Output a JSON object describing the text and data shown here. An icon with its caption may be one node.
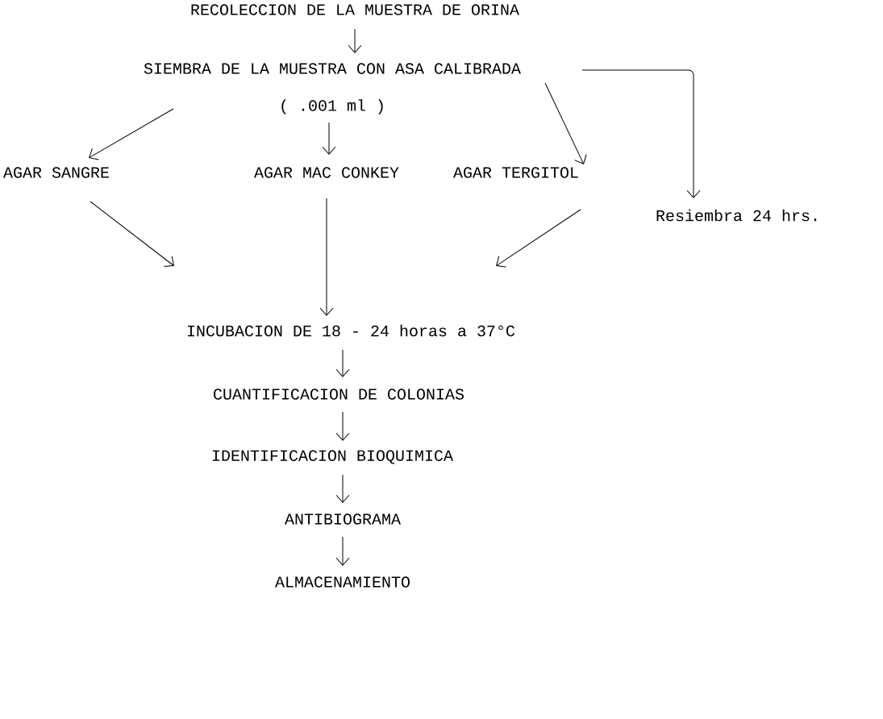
{
  "diagram": {
    "nodes": [
      {
        "text": [
          "RECOLECCION DE LA MUESTRA DE ORINA"
        ]
      },
      {
        "text": [
          "SIEMBRA DE LA MUESTRA CON ASA CALIBRADA",
          "( .001 ml )"
        ]
      },
      {
        "text": [
          "AGAR SANGRE"
        ]
      },
      {
        "text": [
          "AGAR MAC CONKEY"
        ]
      },
      {
        "text": [
          "AGAR TERGITOL"
        ]
      },
      {
        "text": [
          "Resiembra 24 hrs."
        ]
      },
      {
        "text": [
          "INCUBACION DE 18 - 24 horas a 37°C"
        ]
      },
      {
        "text": [
          "CUANTIFICACION DE COLONIAS"
        ]
      },
      {
        "text": [
          "IDENTIFICACION BIOQUIMICA"
        ]
      },
      {
        "text": [
          "ANTIBIOGRAMA"
        ]
      },
      {
        "text": [
          "ALMACENAMIENTO"
        ]
      }
    ],
    "edges": [
      {
        "from": 0,
        "to": 1,
        "arrow": "to"
      },
      {
        "from": 1,
        "to": 2,
        "arrow": "to"
      },
      {
        "from": 1,
        "to": 3,
        "arrow": "to"
      },
      {
        "from": 1,
        "to": 4,
        "arrow": "to"
      },
      {
        "from": 1,
        "to": 5,
        "arrow": "to"
      },
      {
        "from": 2,
        "to": 6,
        "arrow": "to"
      },
      {
        "from": 3,
        "to": 6,
        "arrow": "to"
      },
      {
        "from": 4,
        "to": 6,
        "arrow": "to"
      },
      {
        "from": 6,
        "to": 7,
        "arrow": "to"
      },
      {
        "from": 7,
        "to": 8,
        "arrow": "to"
      },
      {
        "from": 8,
        "to": 9,
        "arrow": "to"
      },
      {
        "from": 9,
        "to": 10,
        "arrow": "to"
      }
    ]
  }
}
